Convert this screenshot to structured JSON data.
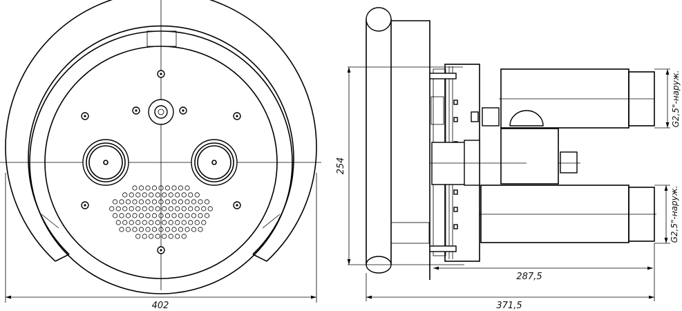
{
  "drawing": {
    "front_view": {
      "width_dimension": "402"
    },
    "side_view": {
      "height_dimension": "254",
      "depth_dimension_inner": "287,5",
      "depth_dimension_total": "371,5",
      "thread_label_top": "G2,5\"-наруж.",
      "thread_label_bottom": "G2,5\"-наруж."
    }
  }
}
